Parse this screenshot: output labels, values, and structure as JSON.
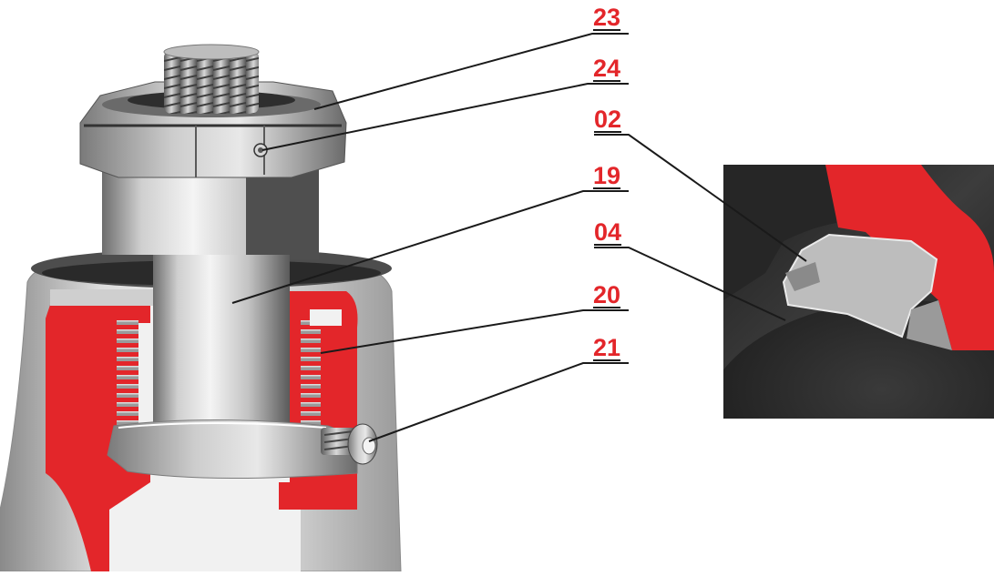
{
  "callouts": [
    {
      "id": "c23",
      "label": "23"
    },
    {
      "id": "c24",
      "label": "24"
    },
    {
      "id": "c02",
      "label": "02"
    },
    {
      "id": "c19",
      "label": "19"
    },
    {
      "id": "c04",
      "label": "04"
    },
    {
      "id": "c20",
      "label": "20"
    },
    {
      "id": "c21",
      "label": "21"
    }
  ],
  "colors": {
    "callout_text": "#e3262a",
    "section_red": "#e3262a",
    "leader_line": "#1a1a1a",
    "metal_light": "#e6e6e6",
    "metal_mid": "#a8a8a8",
    "metal_dark": "#4a4a4a",
    "detail_dark": "#2b2b2b"
  }
}
